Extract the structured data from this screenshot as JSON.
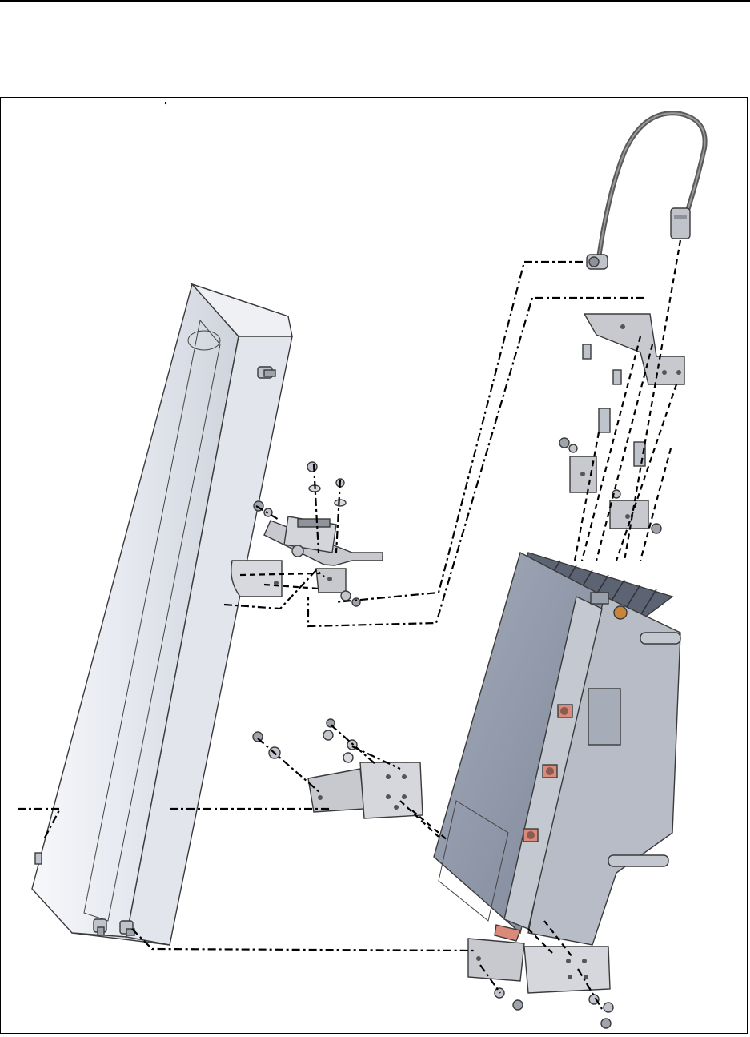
{
  "figure": {
    "description_visible_text": "",
    "colors": {
      "antenna_body": "#eceef3",
      "antenna_edge": "#c9ccd4",
      "radio_front": "#8e97a8",
      "radio_side": "#b7bcc6",
      "bracket": "#c7c9cf",
      "hardware": "#9a9ea6",
      "accent_pad": "#d98a7a",
      "cable": "#5a5a5a",
      "line": "#000000"
    },
    "icons": [
      "antenna-panel",
      "radio-unit",
      "rf-jumper-cable",
      "mounting-bracket",
      "bolt",
      "nut",
      "washer"
    ]
  }
}
